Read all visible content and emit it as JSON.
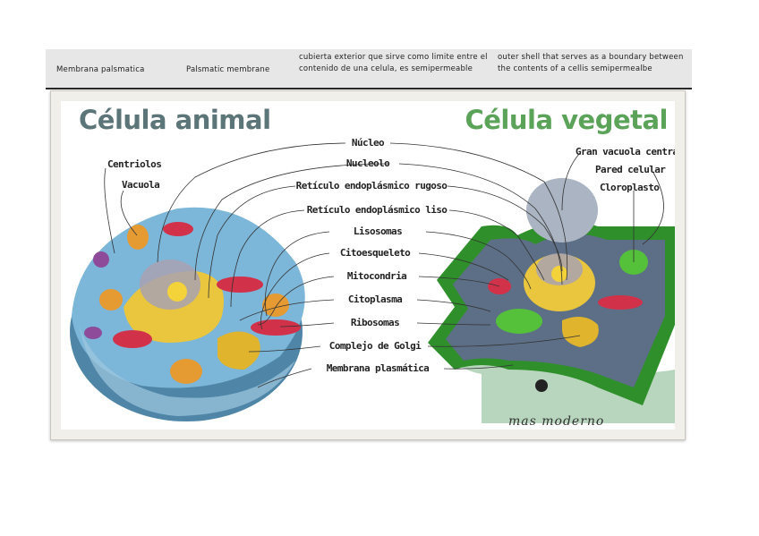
{
  "row": {
    "spanish_term": "Membrana palsmatica",
    "english_term": "Palsmatic membrane",
    "spanish_definition": "cubierta exterior que sirve como limite entre el contenido de una celula, es semipermeable",
    "english_definition": "outer shell that serves as a boundary between the contents of a cellis semipermealbe"
  },
  "figure": {
    "title_animal": "Célula animal",
    "title_plant": "Célula vegetal",
    "labels_center": [
      "Núcleo",
      "Nucleolo",
      "Retículo endoplásmico rugoso",
      "Retículo endoplásmico liso",
      "Lisosomas",
      "Citoesqueleto",
      "Mitocondria",
      "Citoplasma",
      "Ribosomas",
      "Complejo de Golgi",
      "Membrana plasmática"
    ],
    "labels_left": [
      "Centriolos",
      "Vacuola"
    ],
    "labels_right": [
      "Gran vacuola centra",
      "Pared celular",
      "Cloroplasto"
    ],
    "handwriting": "mas moderno",
    "colors": {
      "animal_title": "#5c7578",
      "plant_title": "#5ca35a",
      "cytoplasm_animal": "#7cb6d8",
      "cell_wall": "#2f8f2a"
    }
  }
}
